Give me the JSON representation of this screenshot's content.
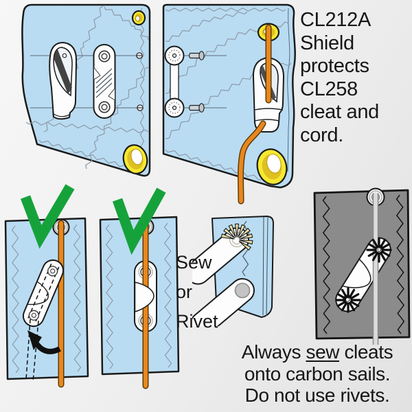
{
  "colors": {
    "background_top": "#f7f7f7",
    "background_bottom": "#e2e2e2",
    "sail_blue": "#b9dcf2",
    "sail_outline": "#1b1b1b",
    "stitch_gray": "#8d9aa8",
    "grommet_yellow": "#f6e930",
    "grommet_yellow_dark": "#dfc020",
    "cord_orange": "#e8871e",
    "cord_outline": "#5f3c08",
    "check_green": "#16a23b",
    "carbon_gray": "#8b8b8b",
    "carbon_stitch": "#141414",
    "carbon_cord": "#dcdcdc",
    "carbon_cord_outline": "#8a8a8a",
    "rivet_gray": "#c4c4c4",
    "sew_stitch_tan": "#eadfa6",
    "part_white": "#fdfdfd",
    "text_color": "#161616"
  },
  "icons": {
    "checkmark_icon": "✓",
    "curved_arrow_icon": "➥"
  },
  "notes": {
    "shield_note": {
      "lines": [
        "CL212A",
        "Shield",
        "protects",
        "CL258",
        "cleat and",
        "cord."
      ]
    },
    "method_note": {
      "lines": [
        "Sew",
        "or",
        "Rivet"
      ]
    },
    "footer_note": {
      "line1_pre": "Always ",
      "line1_underlined": "sew",
      "line1_post": " cleats",
      "line2": "onto carbon sails.",
      "line3": "Do not use rivets."
    }
  }
}
